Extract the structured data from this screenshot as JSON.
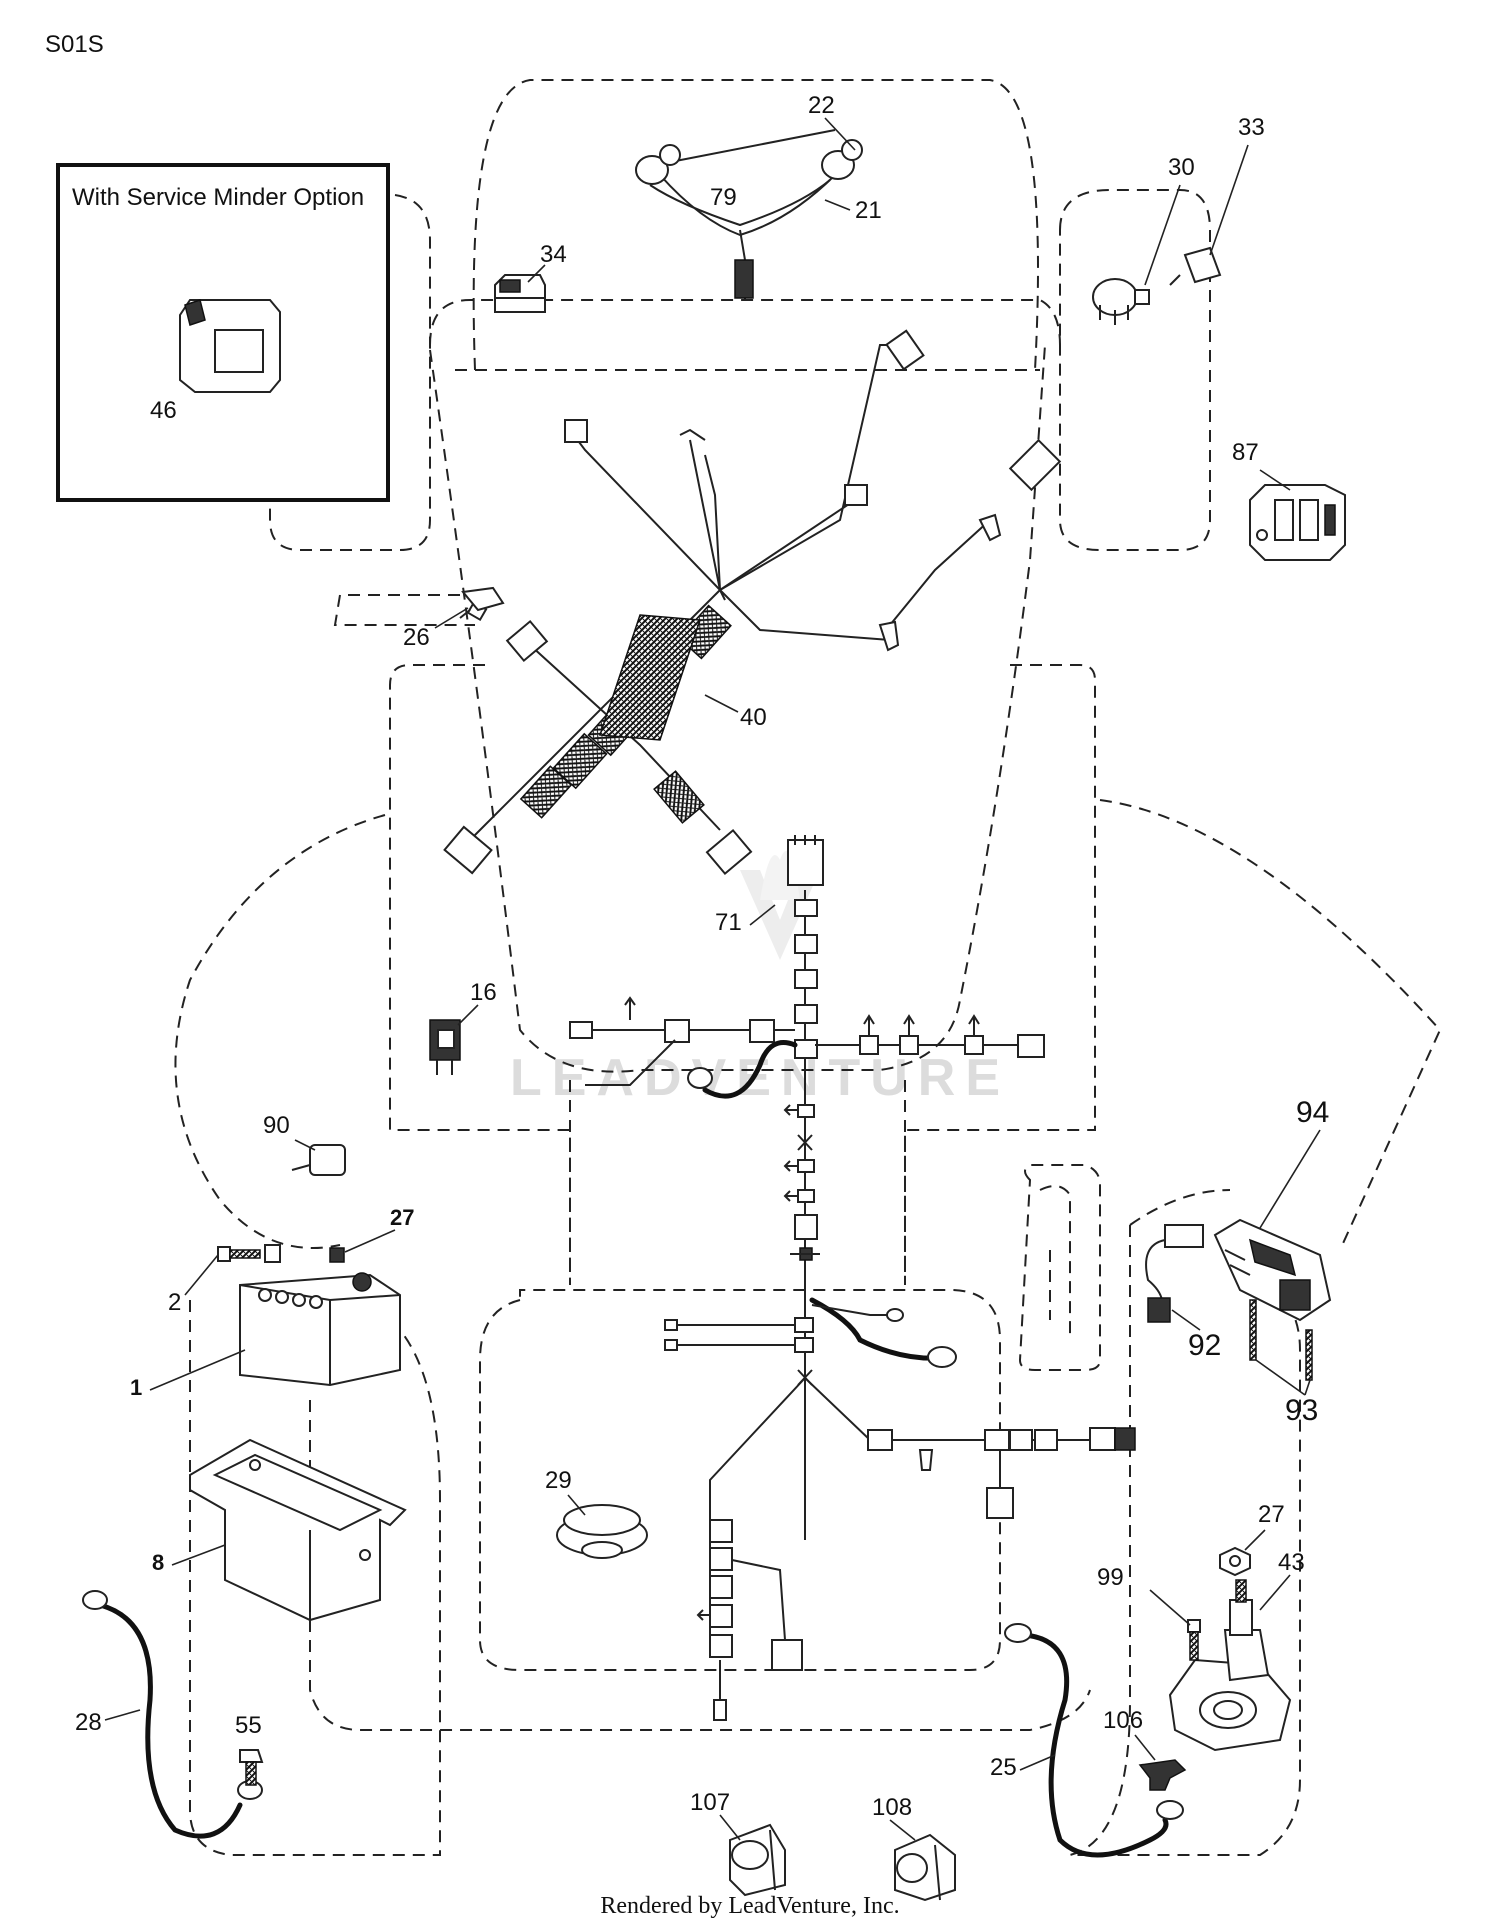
{
  "page_code": "S01S",
  "inset_title": "With Service Minder Option",
  "footer": "Rendered by LeadVenture, Inc.",
  "watermark": "LEADVENTURE",
  "callouts": {
    "p1": "1",
    "p2": "2",
    "p8": "8",
    "p16": "16",
    "p21": "21",
    "p22": "22",
    "p25": "25",
    "p26": "26",
    "p27a": "27",
    "p27b": "27",
    "p28": "28",
    "p29": "29",
    "p30": "30",
    "p33": "33",
    "p34": "34",
    "p40": "40",
    "p43": "43",
    "p46": "46",
    "p55": "55",
    "p71": "71",
    "p79": "79",
    "p87": "87",
    "p90": "90",
    "p92": "92",
    "p93": "93",
    "p94": "94",
    "p99": "99",
    "p106": "106",
    "p107": "107",
    "p108": "108"
  },
  "colors": {
    "line": "#222222",
    "watermark": "#d9d9d9"
  }
}
